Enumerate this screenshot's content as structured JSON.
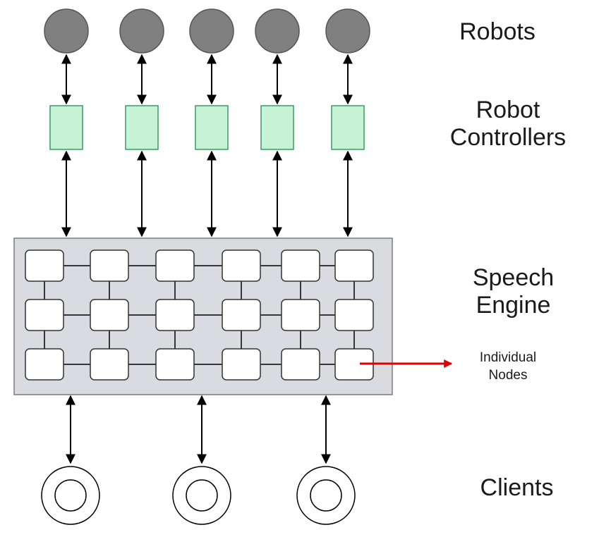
{
  "colors": {
    "robot_fill": "#808080",
    "controller_fill": "#c6f2d6",
    "controller_stroke": "#3a9a62",
    "engine_fill": "#d9dbe0",
    "node_fill": "#ffffff",
    "line": "#000000",
    "pointer_arrow": "#e00000"
  },
  "icons": {
    "robot": "gray-circle",
    "controller": "green-rectangle",
    "node": "white-rounded-square",
    "client": "double-ring"
  },
  "counts": {
    "robots": 5,
    "controllers": 5,
    "node_rows": 3,
    "node_cols": 6,
    "clients": 3
  },
  "labels": {
    "robots": "Robots",
    "controllers_line1": "Robot",
    "controllers_line2": "Controllers",
    "engine_line1": "Speech",
    "engine_line2": "Engine",
    "nodes_line1": "Individual",
    "nodes_line2": "Nodes",
    "clients": "Clients"
  }
}
